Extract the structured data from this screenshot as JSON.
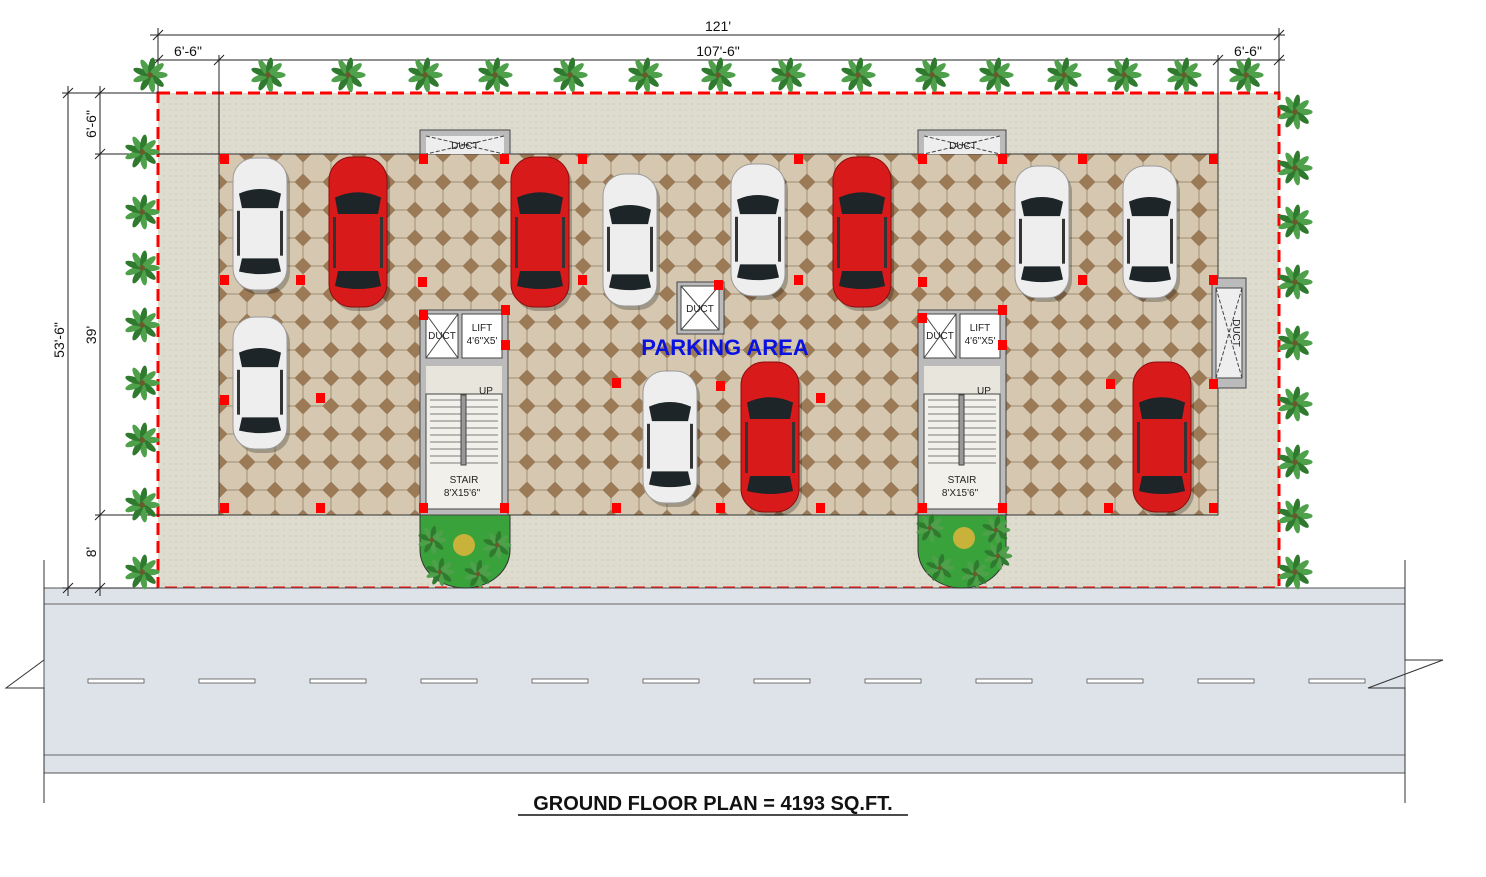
{
  "dimensions": {
    "overall_width": "121'",
    "left_setback": "6'-6\"",
    "building_width": "107'-6\"",
    "right_setback": "6'-6\"",
    "overall_depth": "53'-6\"",
    "front_setback_top": "6'-6\"",
    "building_depth": "39'",
    "rear_setback_bottom": "8'"
  },
  "labels": {
    "parking_area": "PARKING AREA",
    "duct": "DUCT",
    "lift": "LIFT",
    "lift_size": "4'6\"X5'",
    "up": "UP",
    "stair": "STAIR",
    "stair_size": "8'X15'6\""
  },
  "title": "GROUND FLOOR PLAN = 4193 SQ.FT.",
  "colors": {
    "boundary": "#ff0000",
    "parking_text": "#0a12e0",
    "road": "#dde3e8",
    "red_car": "#d91a1a",
    "white_car": "#eeeeee"
  }
}
